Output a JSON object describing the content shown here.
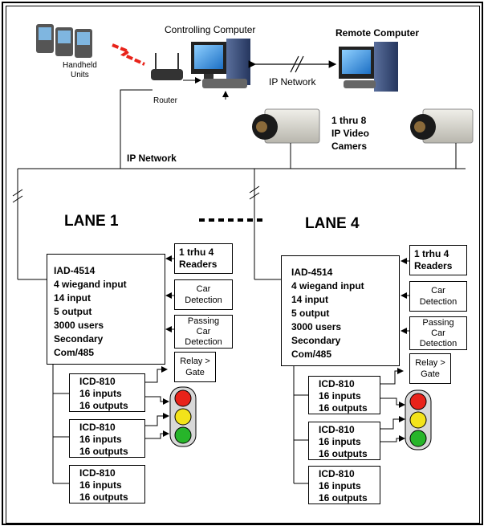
{
  "network": {
    "handheld_label": [
      "Handheld",
      "Units"
    ],
    "controlling_label": "Controlling Computer",
    "remote_label": "Remote Computer",
    "router_label": "Router",
    "ip_network_top": "IP Network",
    "ip_network_left": "IP Network",
    "cameras_label": [
      "1 thru 8",
      "IP Video",
      "Camers"
    ]
  },
  "lanes": [
    {
      "title": "LANE 1",
      "iad": [
        "IAD-4514",
        "4 wiegand input",
        "14 input",
        "5 output",
        "3000 users",
        "Secondary",
        "Com/485"
      ],
      "readers": [
        "1 trhu 4",
        "Readers"
      ],
      "car_detection": [
        "Car",
        "Detection"
      ],
      "passing_car_detection": [
        "Passing",
        "Car",
        "Detection"
      ],
      "relay": [
        "Relay >",
        "Gate"
      ],
      "icd": [
        [
          "ICD-810",
          "16 inputs",
          "16 outputs"
        ],
        [
          "ICD-810",
          "16 inputs",
          "16 outputs"
        ],
        [
          "ICD-810",
          "16 inputs",
          "16 outputs"
        ]
      ]
    },
    {
      "title": "LANE 4",
      "iad": [
        "IAD-4514",
        "4 wiegand input",
        "14 input",
        "5 output",
        "3000 users",
        "Secondary",
        "Com/485"
      ],
      "readers": [
        "1 trhu 4",
        "Readers"
      ],
      "car_detection": [
        "Car",
        "Detection"
      ],
      "passing_car_detection": [
        "Passing",
        "Car",
        "Detection"
      ],
      "relay": [
        "Relay >",
        "Gate"
      ],
      "icd": [
        [
          "ICD-810",
          "16 inputs",
          "16 outputs"
        ],
        [
          "ICD-810",
          "16 inputs",
          "16 outputs"
        ],
        [
          "ICD-810",
          "16 inputs",
          "16 outputs"
        ]
      ]
    }
  ],
  "colors": {
    "red_light": "#e8231a",
    "yellow_light": "#f3e31a",
    "green_light": "#27b52a",
    "traffic_body": "#d8d8d8"
  }
}
